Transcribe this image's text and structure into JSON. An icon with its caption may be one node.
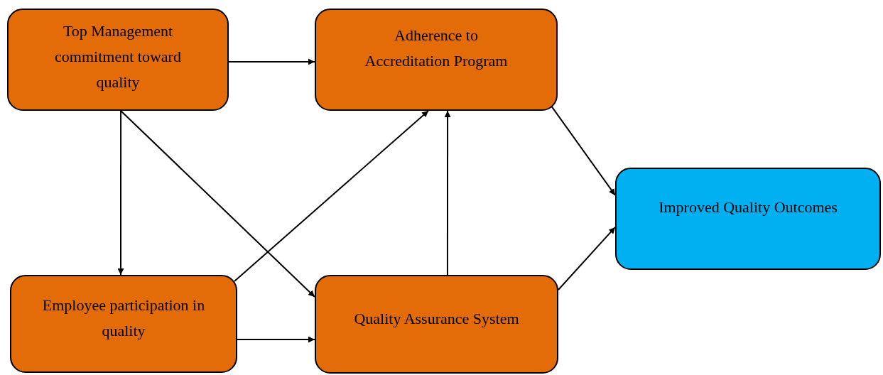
{
  "diagram": {
    "nodes": [
      {
        "text": [
          "Top Management commitment toward quality"
        ]
      },
      {
        "text": [
          "Adherence to Accreditation Program"
        ]
      },
      {
        "text": [
          "Improved Quality Outcomes"
        ]
      },
      {
        "text": [
          "Employee participation in quality"
        ]
      },
      {
        "text": [
          "Quality Assurance System"
        ]
      }
    ],
    "edges": [
      {
        "from": 0,
        "to": 1,
        "arrow": "to"
      },
      {
        "from": 0,
        "to": 3,
        "arrow": "to"
      },
      {
        "from": 0,
        "to": 4,
        "arrow": "to"
      },
      {
        "from": 3,
        "to": 1,
        "arrow": "to"
      },
      {
        "from": 4,
        "to": 1,
        "arrow": "to"
      },
      {
        "from": 3,
        "to": 4,
        "arrow": "to"
      },
      {
        "from": 1,
        "to": 2,
        "arrow": "to"
      },
      {
        "from": 4,
        "to": 2,
        "arrow": "to"
      }
    ]
  }
}
